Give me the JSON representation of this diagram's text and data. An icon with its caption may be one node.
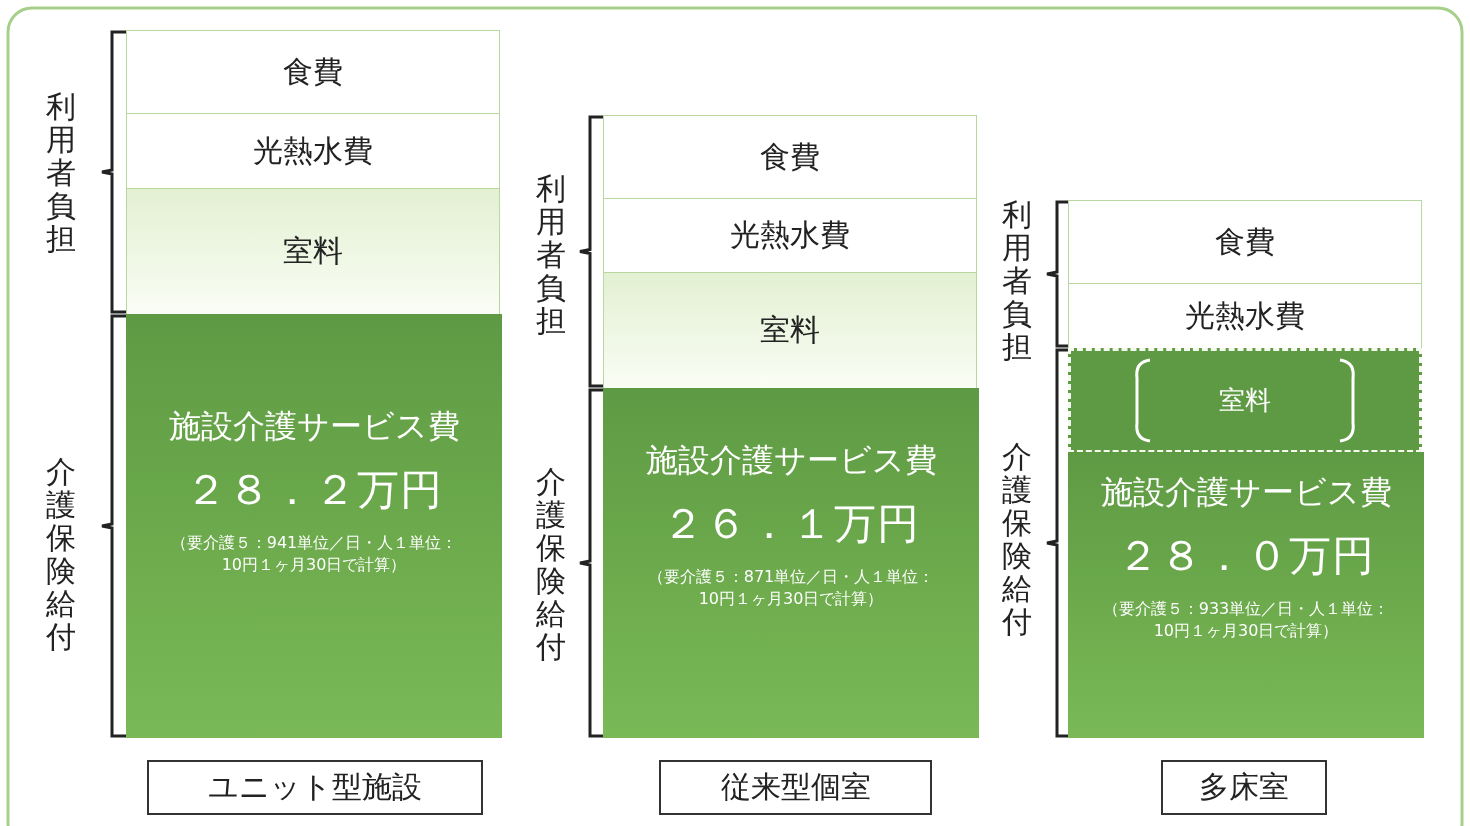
{
  "diagram": {
    "nodes": [
      {
        "text": [
          "食費"
        ]
      },
      {
        "text": [
          "光熱水費"
        ]
      },
      {
        "text": [
          "室料"
        ]
      },
      {
        "text": [
          "施設介護サービス費",
          "２８．２万円",
          "（要介護５：941単位／日・人１単位：10円１ヶ月30日で計算）"
        ]
      },
      {
        "text": [
          "ユニット型施設"
        ]
      },
      {
        "text": [
          "食費"
        ]
      },
      {
        "text": [
          "光熱水費"
        ]
      },
      {
        "text": [
          "室料"
        ]
      },
      {
        "text": [
          "施設介護サービス費",
          "２６．１万円",
          "（要介護５：871単位／日・人１単位：10円１ヶ月30日で計算）"
        ]
      },
      {
        "text": [
          "従来型個室"
        ]
      },
      {
        "text": [
          "食費"
        ]
      },
      {
        "text": [
          "光熱水費"
        ]
      },
      {
        "text": [
          "室料"
        ]
      },
      {
        "text": [
          "施設介護サービス費",
          "２８．０万円",
          "（要介護５：933単位／日・人１単位：10円１ヶ月30日で計算）"
        ]
      },
      {
        "text": [
          "多床室"
        ]
      }
    ],
    "edges": [],
    "labels": [
      "利用者負担",
      "介護保険給付",
      "利用者負担",
      "介護保険給付",
      "利用者負担",
      "介護保険給付"
    ]
  }
}
